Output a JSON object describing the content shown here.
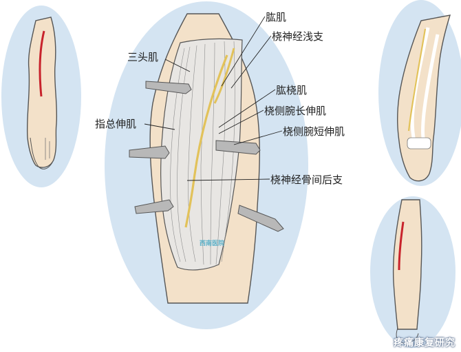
{
  "labels": {
    "brachialis": "肱肌",
    "superficial_radial_nerve": "桡神经浅支",
    "triceps": "三头肌",
    "brachioradialis": "肱桡肌",
    "ecrl": "桡侧腕长伸肌",
    "extensor_digitorum": "指总伸肌",
    "ecrb": "桡侧腕短伸肌",
    "pin": "桡神经骨间后支"
  },
  "logo_text": "西南医院",
  "watermark": "疼痛康复研究",
  "colors": {
    "shadow": "#d4e4f2",
    "skin": "#f3e1c9",
    "skin_outline": "#555555",
    "muscle": "#e8e6e3",
    "nerve": "#e2c25a",
    "incision": "#c8232c",
    "retractor": "#b8b8b8"
  },
  "icons": [
    "forearm-illustration",
    "retractor",
    "nerve",
    "incision-line"
  ]
}
